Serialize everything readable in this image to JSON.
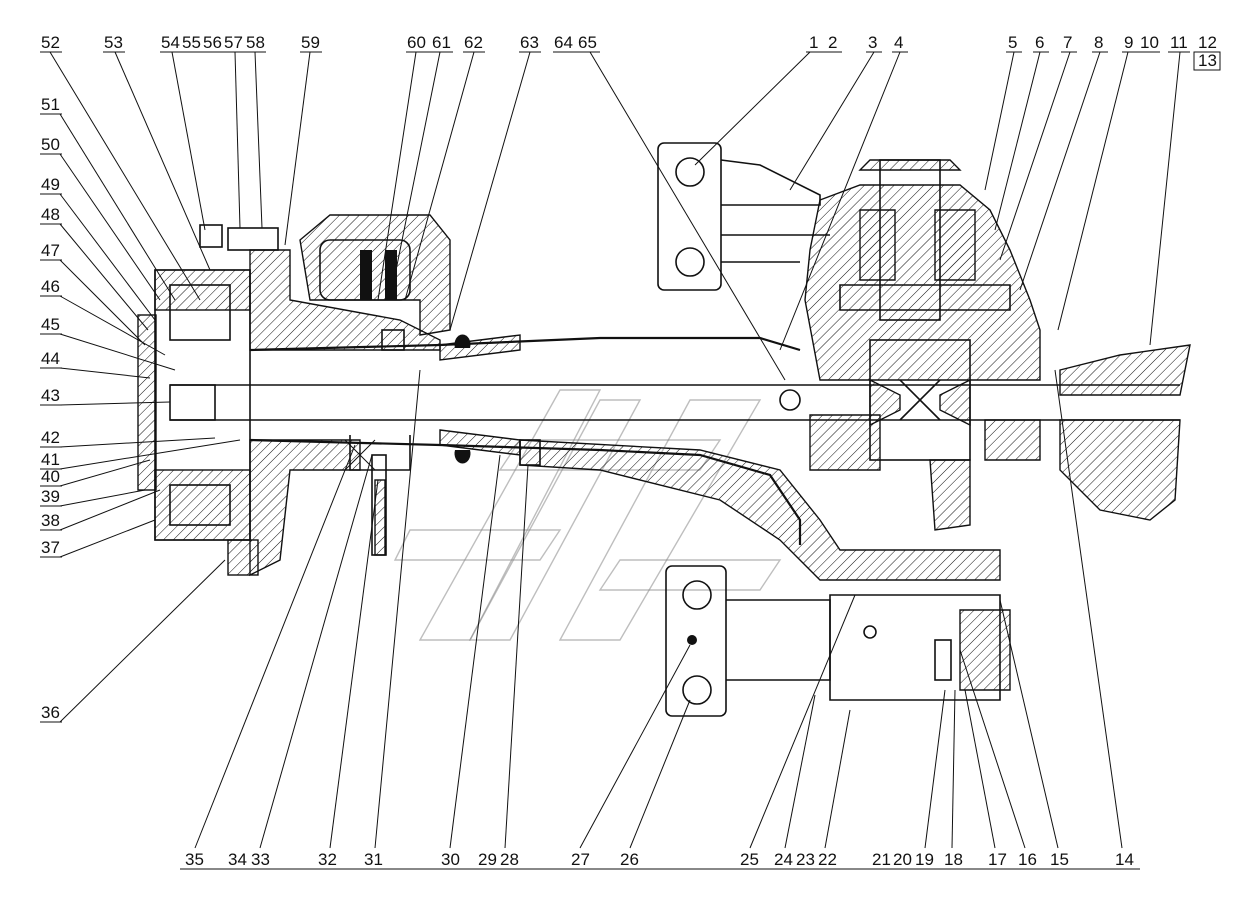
{
  "callouts_top": [
    "52",
    "53",
    "54",
    "55",
    "56",
    "57",
    "58",
    "59",
    "60",
    "61",
    "62",
    "63",
    "64",
    "65",
    "1",
    "2",
    "3",
    "4",
    "5",
    "6",
    "7",
    "8",
    "9",
    "10",
    "11",
    "12",
    "13"
  ],
  "callouts_left": [
    "51",
    "50",
    "49",
    "48",
    "47",
    "46",
    "45",
    "44",
    "43",
    "42",
    "41",
    "40",
    "39",
    "38",
    "37",
    "36"
  ],
  "callouts_bottom": [
    "35",
    "34",
    "33",
    "32",
    "31",
    "30",
    "29",
    "28",
    "27",
    "26",
    "25",
    "24",
    "23",
    "22",
    "21",
    "20",
    "19",
    "18",
    "17",
    "16",
    "15",
    "14"
  ]
}
